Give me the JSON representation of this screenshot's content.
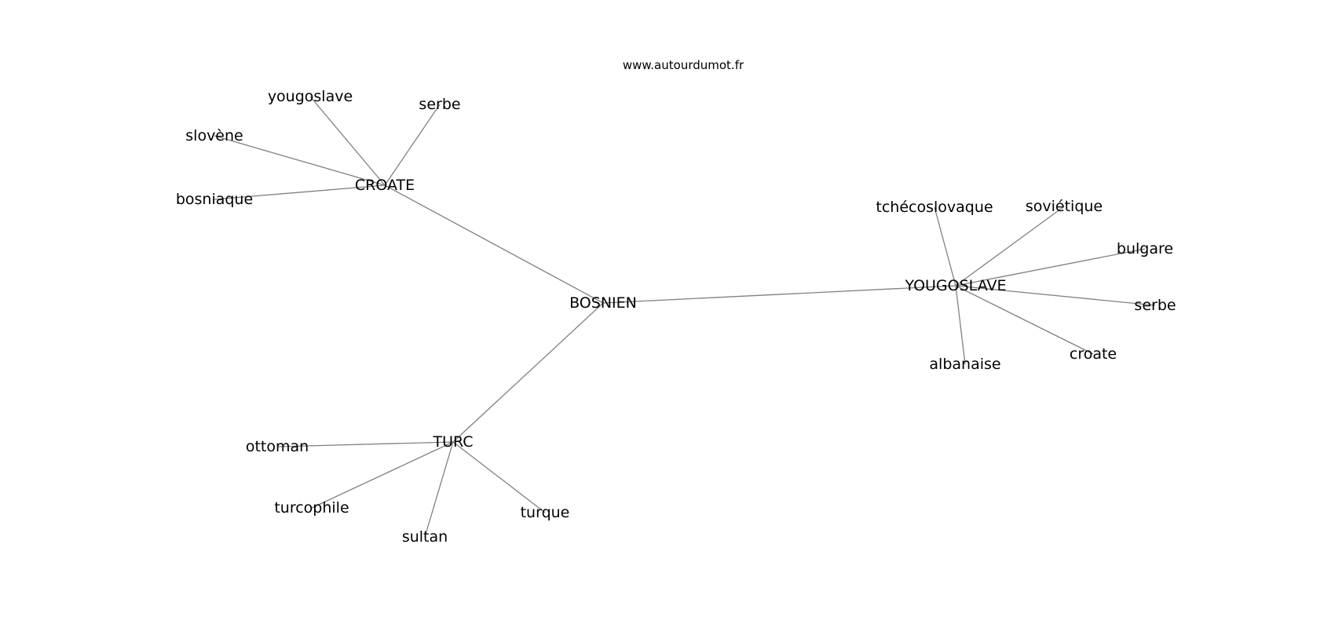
{
  "header": {
    "site": "www.autourdumot.fr"
  },
  "graph": {
    "center": {
      "id": "bosnien",
      "label": "BOSNIEN"
    },
    "nodes": [
      {
        "id": "bosnien",
        "label": "BOSNIEN"
      },
      {
        "id": "croate_hub",
        "label": "CROATE"
      },
      {
        "id": "yougoslave_hub",
        "label": "YOUGOSLAVE"
      },
      {
        "id": "turc_hub",
        "label": "TURC"
      },
      {
        "id": "yougoslave_leaf",
        "label": "yougoslave"
      },
      {
        "id": "serbe_leaf_1",
        "label": "serbe"
      },
      {
        "id": "slovene_leaf",
        "label": "slovène"
      },
      {
        "id": "bosniaque_leaf",
        "label": "bosniaque"
      },
      {
        "id": "tchecoslovaque_leaf",
        "label": "tchécoslovaque"
      },
      {
        "id": "sovietique_leaf",
        "label": "soviétique"
      },
      {
        "id": "bulgare_leaf",
        "label": "bulgare"
      },
      {
        "id": "serbe_leaf_2",
        "label": "serbe"
      },
      {
        "id": "croate_leaf",
        "label": "croate"
      },
      {
        "id": "albanaise_leaf",
        "label": "albanaise"
      },
      {
        "id": "ottoman_leaf",
        "label": "ottoman"
      },
      {
        "id": "turcophile_leaf",
        "label": "turcophile"
      },
      {
        "id": "sultan_leaf",
        "label": "sultan"
      },
      {
        "id": "turque_leaf",
        "label": "turque"
      }
    ],
    "edges": [
      [
        "bosnien",
        "croate_hub"
      ],
      [
        "bosnien",
        "yougoslave_hub"
      ],
      [
        "bosnien",
        "turc_hub"
      ],
      [
        "croate_hub",
        "yougoslave_leaf"
      ],
      [
        "croate_hub",
        "serbe_leaf_1"
      ],
      [
        "croate_hub",
        "slovene_leaf"
      ],
      [
        "croate_hub",
        "bosniaque_leaf"
      ],
      [
        "yougoslave_hub",
        "tchecoslovaque_leaf"
      ],
      [
        "yougoslave_hub",
        "sovietique_leaf"
      ],
      [
        "yougoslave_hub",
        "bulgare_leaf"
      ],
      [
        "yougoslave_hub",
        "serbe_leaf_2"
      ],
      [
        "yougoslave_hub",
        "croate_leaf"
      ],
      [
        "yougoslave_hub",
        "albanaise_leaf"
      ],
      [
        "turc_hub",
        "ottoman_leaf"
      ],
      [
        "turc_hub",
        "turcophile_leaf"
      ],
      [
        "turc_hub",
        "sultan_leaf"
      ],
      [
        "turc_hub",
        "turque_leaf"
      ]
    ],
    "edge_color": "#808080",
    "text_color": "#000000"
  }
}
